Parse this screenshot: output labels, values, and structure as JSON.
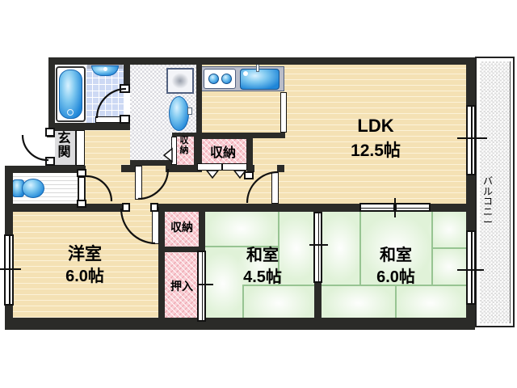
{
  "floorplan": {
    "rooms": {
      "ldk": {
        "name": "LDK",
        "size": "12.5帖"
      },
      "western": {
        "name": "洋室",
        "size": "6.0帖"
      },
      "japanese45": {
        "name": "和室",
        "size": "4.5帖"
      },
      "japanese6": {
        "name": "和室",
        "size": "6.0帖"
      }
    },
    "labels": {
      "entrance": "玄関",
      "balcony": "バルコニー",
      "storage_hall": "収納",
      "storage_small": "収納",
      "storage_lower": "収納",
      "futon_closet": "押入"
    },
    "colors": {
      "wall": "#2b2b28",
      "wood_floor": "#f4e1b4",
      "tatami": "#e0f2d8",
      "closet_pink": "#f9ced4",
      "fixture_blue": "#1f86d8",
      "bath_tile": "#cdd9f4",
      "entrance_gray": "#dcdcde"
    }
  }
}
